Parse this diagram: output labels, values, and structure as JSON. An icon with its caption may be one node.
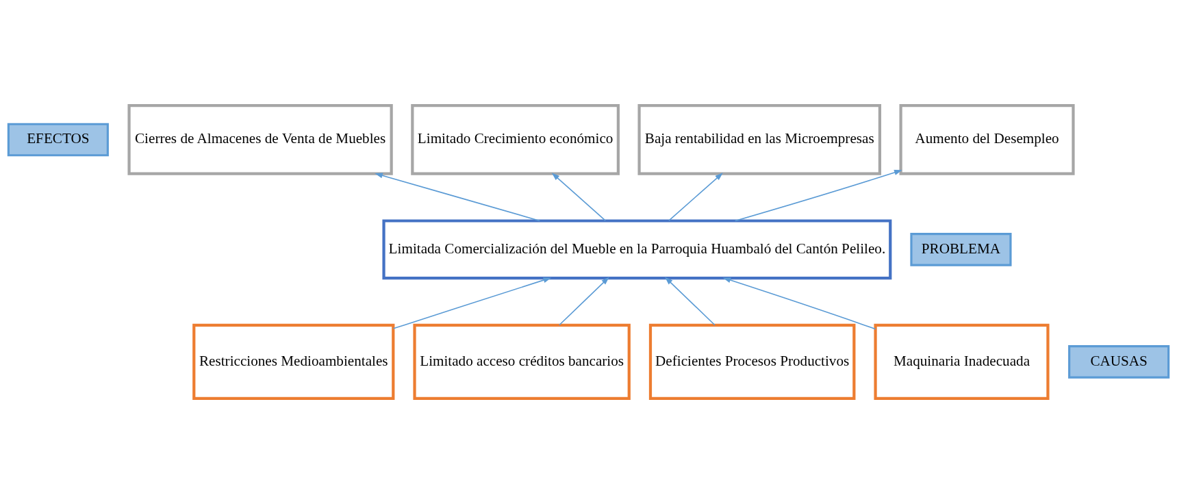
{
  "diagram": {
    "nodes": [
      {
        "text": [
          "EFECTOS"
        ]
      },
      {
        "text": [
          "Cierres de Almacenes de Venta de Muebles"
        ]
      },
      {
        "text": [
          "Limitado Crecimiento económico"
        ]
      },
      {
        "text": [
          "Baja rentabilidad en las Microempresas"
        ]
      },
      {
        "text": [
          "Aumento del Desempleo"
        ]
      },
      {
        "text": [
          "PROBLEMA"
        ]
      },
      {
        "text": [
          "Limitada Comercialización del Mueble en la Parroquia Huambaló del Cantón Pelileo."
        ]
      },
      {
        "text": [
          "CAUSAS"
        ]
      },
      {
        "text": [
          "Restricciones Medioambientales"
        ]
      },
      {
        "text": [
          "Limitado acceso créditos bancarios"
        ]
      },
      {
        "text": [
          "Deficientes Procesos Productivos"
        ]
      },
      {
        "text": [
          "Maquinaria Inadecuada"
        ]
      }
    ],
    "edges": [
      {
        "from": 8,
        "to": 6,
        "arrow": "to"
      },
      {
        "from": 9,
        "to": 6,
        "arrow": "to"
      },
      {
        "from": 10,
        "to": 6,
        "arrow": "to"
      },
      {
        "from": 11,
        "to": 6,
        "arrow": "to"
      },
      {
        "from": 6,
        "to": 1,
        "arrow": "to"
      },
      {
        "from": 6,
        "to": 2,
        "arrow": "to"
      },
      {
        "from": 6,
        "to": 3,
        "arrow": "to"
      },
      {
        "from": 6,
        "to": 4,
        "arrow": "to"
      }
    ]
  }
}
